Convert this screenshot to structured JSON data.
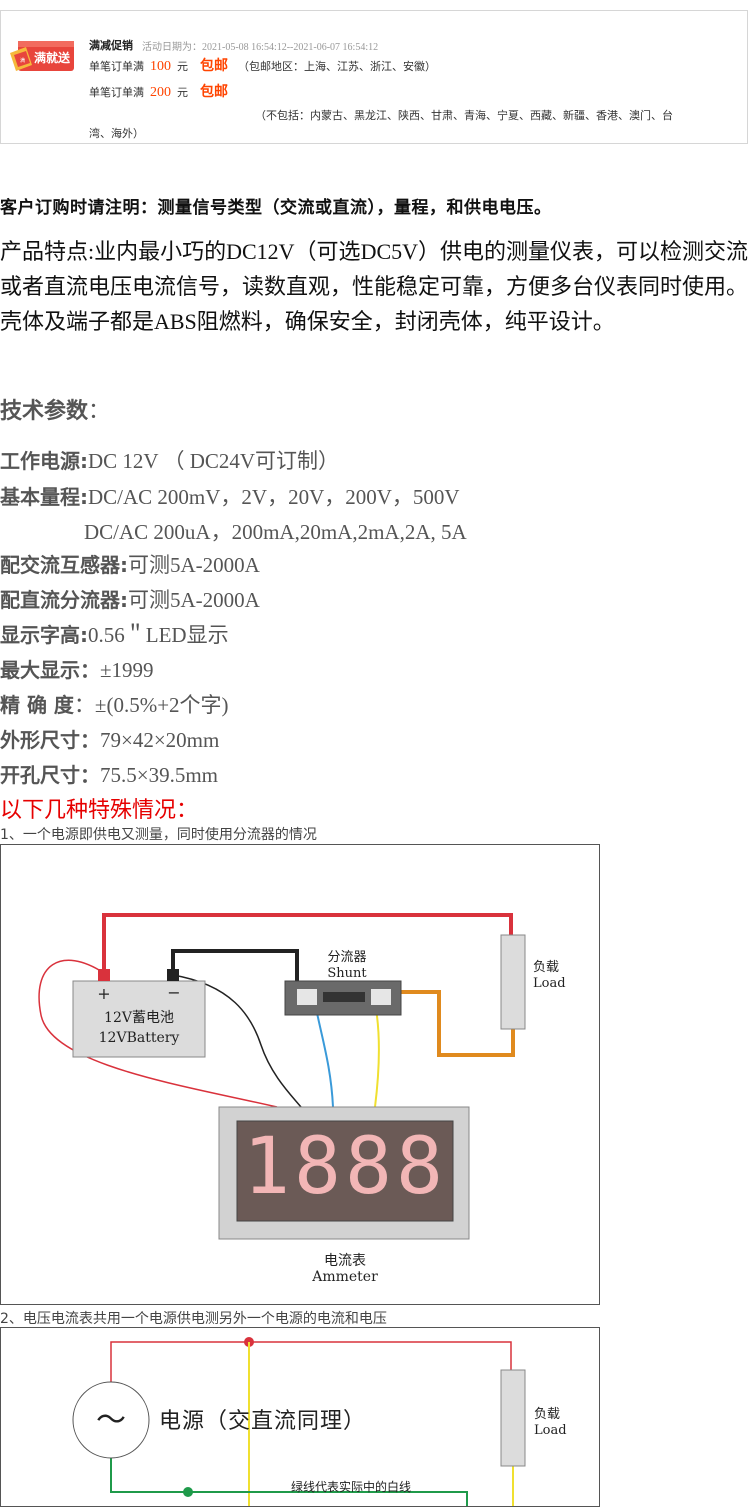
{
  "promo": {
    "badge_small": "满",
    "badge_label": "满就送",
    "title": "满减促销",
    "date_range": "活动日期为：2021-05-08 16:54:12--2021-06-07 16:54:12",
    "rules": [
      {
        "prefix": "单笔订单满",
        "amount": "100",
        "unit": "元",
        "benefit": "包邮",
        "note": "（包邮地区：上海、江苏、浙江、安徽）"
      },
      {
        "prefix": "单笔订单满",
        "amount": "200",
        "unit": "元",
        "benefit": "包邮",
        "note": "（不包括：内蒙古、黑龙江、陕西、甘肃、青海、宁夏、西藏、新疆、香港、澳门、台湾、海外）"
      }
    ]
  },
  "notice": "客户订购时请注明：测量信号类型（交流或直流），量程，和供电电压。",
  "feature": "产品特点:业内最小巧的DC12V（可选DC5V）供电的测量仪表，可以检测交流或者直流电压电流信号，读数直观，性能稳定可靠，方便多台仪表同时使用。壳体及端子都是ABS阻燃料，确保安全，封闭壳体，纯平设计。",
  "spec_heading": "技术参数",
  "spec_heading_colon": "：",
  "specs": [
    {
      "label": "工作电源:",
      "value": "DC 12V （ DC24V可订制）"
    },
    {
      "label": "基本量程:",
      "value": "DC/AC 200mV，2V，20V，200V，500V"
    },
    {
      "label": "",
      "value": "DC/AC 200uA，200mA,20mA,2mA,2A, 5A"
    },
    {
      "label": "配交流互感器:",
      "value": "可测5A-2000A"
    },
    {
      "label": "配直流分流器:",
      "value": "可测5A-2000A"
    },
    {
      "label": "显示字高:",
      "value": "0.56＂LED显示"
    },
    {
      "label": "最大显示：",
      "value": "±1999"
    },
    {
      "label": "精 确 度",
      "value": "：±(0.5%+2个字)"
    },
    {
      "label": "外形尺寸：",
      "value": "79×42×20mm"
    },
    {
      "label": "开孔尺寸：",
      "value": "75.5×39.5mm"
    }
  ],
  "special_heading": "以下几种特殊情况：",
  "case1": {
    "caption": "1、一个电源即供电又测量，同时使用分流器的情况",
    "battery_plus": "+",
    "battery_minus": "−",
    "battery_cn": "12V蓄电池",
    "battery_en": "12VBattery",
    "shunt_cn": "分流器",
    "shunt_en": "Shunt",
    "load_cn": "负载",
    "load_en": "Load",
    "display": "1888",
    "meter_cn": "电流表",
    "meter_en": "Ammeter"
  },
  "case2": {
    "caption": "2、电压电流表共用一个电源供电测另外一个电源的电流和电压",
    "source_symbol": "～",
    "source_label": "电源（交直流同理）",
    "load_cn": "负载",
    "load_en": "Load",
    "note": "绿线代表实际中的白线"
  },
  "colors": {
    "red_wire": "#d9323c",
    "black_wire": "#222222",
    "orange_wire": "#e08a1e",
    "blue_wire": "#3a9ad9",
    "yellow_wire": "#f0e030",
    "green_wire": "#1f9a4a",
    "accent_orange": "#ff4400",
    "special_red": "#e60000"
  }
}
